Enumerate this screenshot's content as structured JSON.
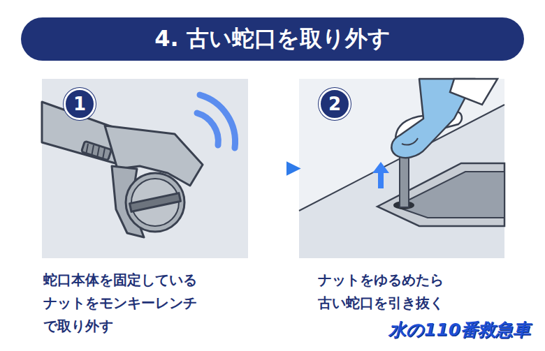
{
  "diagram": {
    "title": "4. 古い蛇口を取り外す",
    "nodes": [
      {
        "text": [
          "1",
          "蛇口本体を固定している ナットをモンキーレンチ で取り外す"
        ]
      },
      {
        "text": [
          "2",
          "ナットをゆるめたら 古い蛇口を引き抜く"
        ]
      }
    ],
    "edges": [
      {
        "from": 0,
        "to": 1,
        "arrow": "to"
      }
    ],
    "labels": [
      "水の110番救急車"
    ]
  }
}
